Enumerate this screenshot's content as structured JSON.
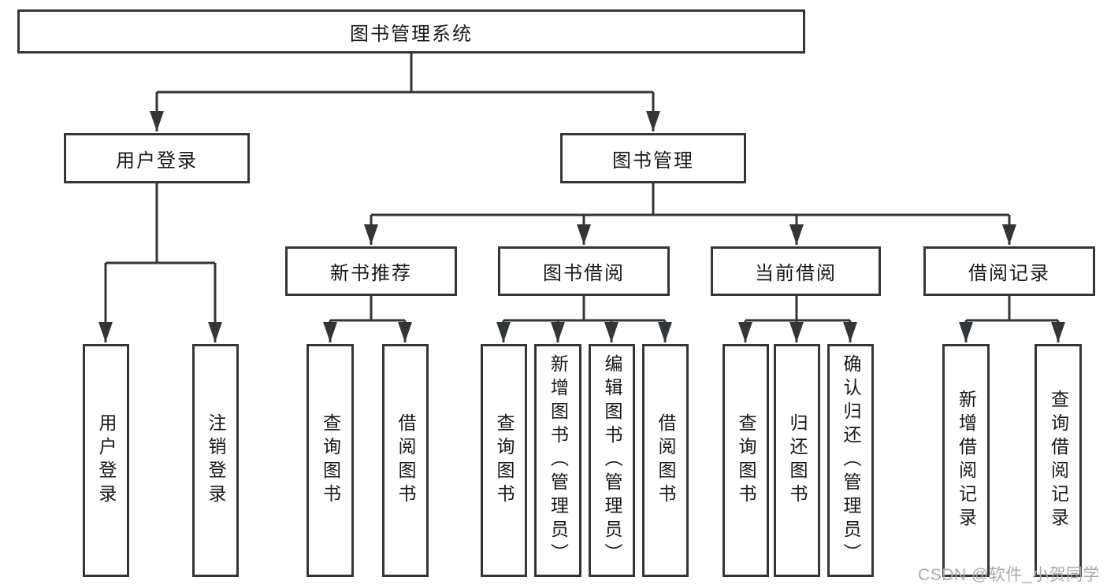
{
  "tree": {
    "label": "图书管理系统",
    "children": [
      {
        "label": "用户登录",
        "children": [
          {
            "label": "用户登录"
          },
          {
            "label": "注销登录"
          }
        ]
      },
      {
        "label": "图书管理",
        "children": [
          {
            "label": "新书推荐",
            "children": [
              {
                "label": "查询图书"
              },
              {
                "label": "借阅图书"
              }
            ]
          },
          {
            "label": "图书借阅",
            "children": [
              {
                "label": "查询图书"
              },
              {
                "label": "新增图书（管理员）"
              },
              {
                "label": "编辑图书（管理员）"
              },
              {
                "label": "借阅图书"
              }
            ]
          },
          {
            "label": "当前借阅",
            "children": [
              {
                "label": "查询图书"
              },
              {
                "label": "归还图书"
              },
              {
                "label": "确认归还（管理员）"
              }
            ]
          },
          {
            "label": "借阅记录",
            "children": [
              {
                "label": "新增借阅记录"
              },
              {
                "label": "查询借阅记录"
              }
            ]
          }
        ]
      }
    ]
  },
  "watermark": {
    "text": "CSDN @软件_小贺同学"
  },
  "colors": {
    "line": "#333639",
    "text": "#17181a",
    "watermark": "#a7a9ad"
  }
}
